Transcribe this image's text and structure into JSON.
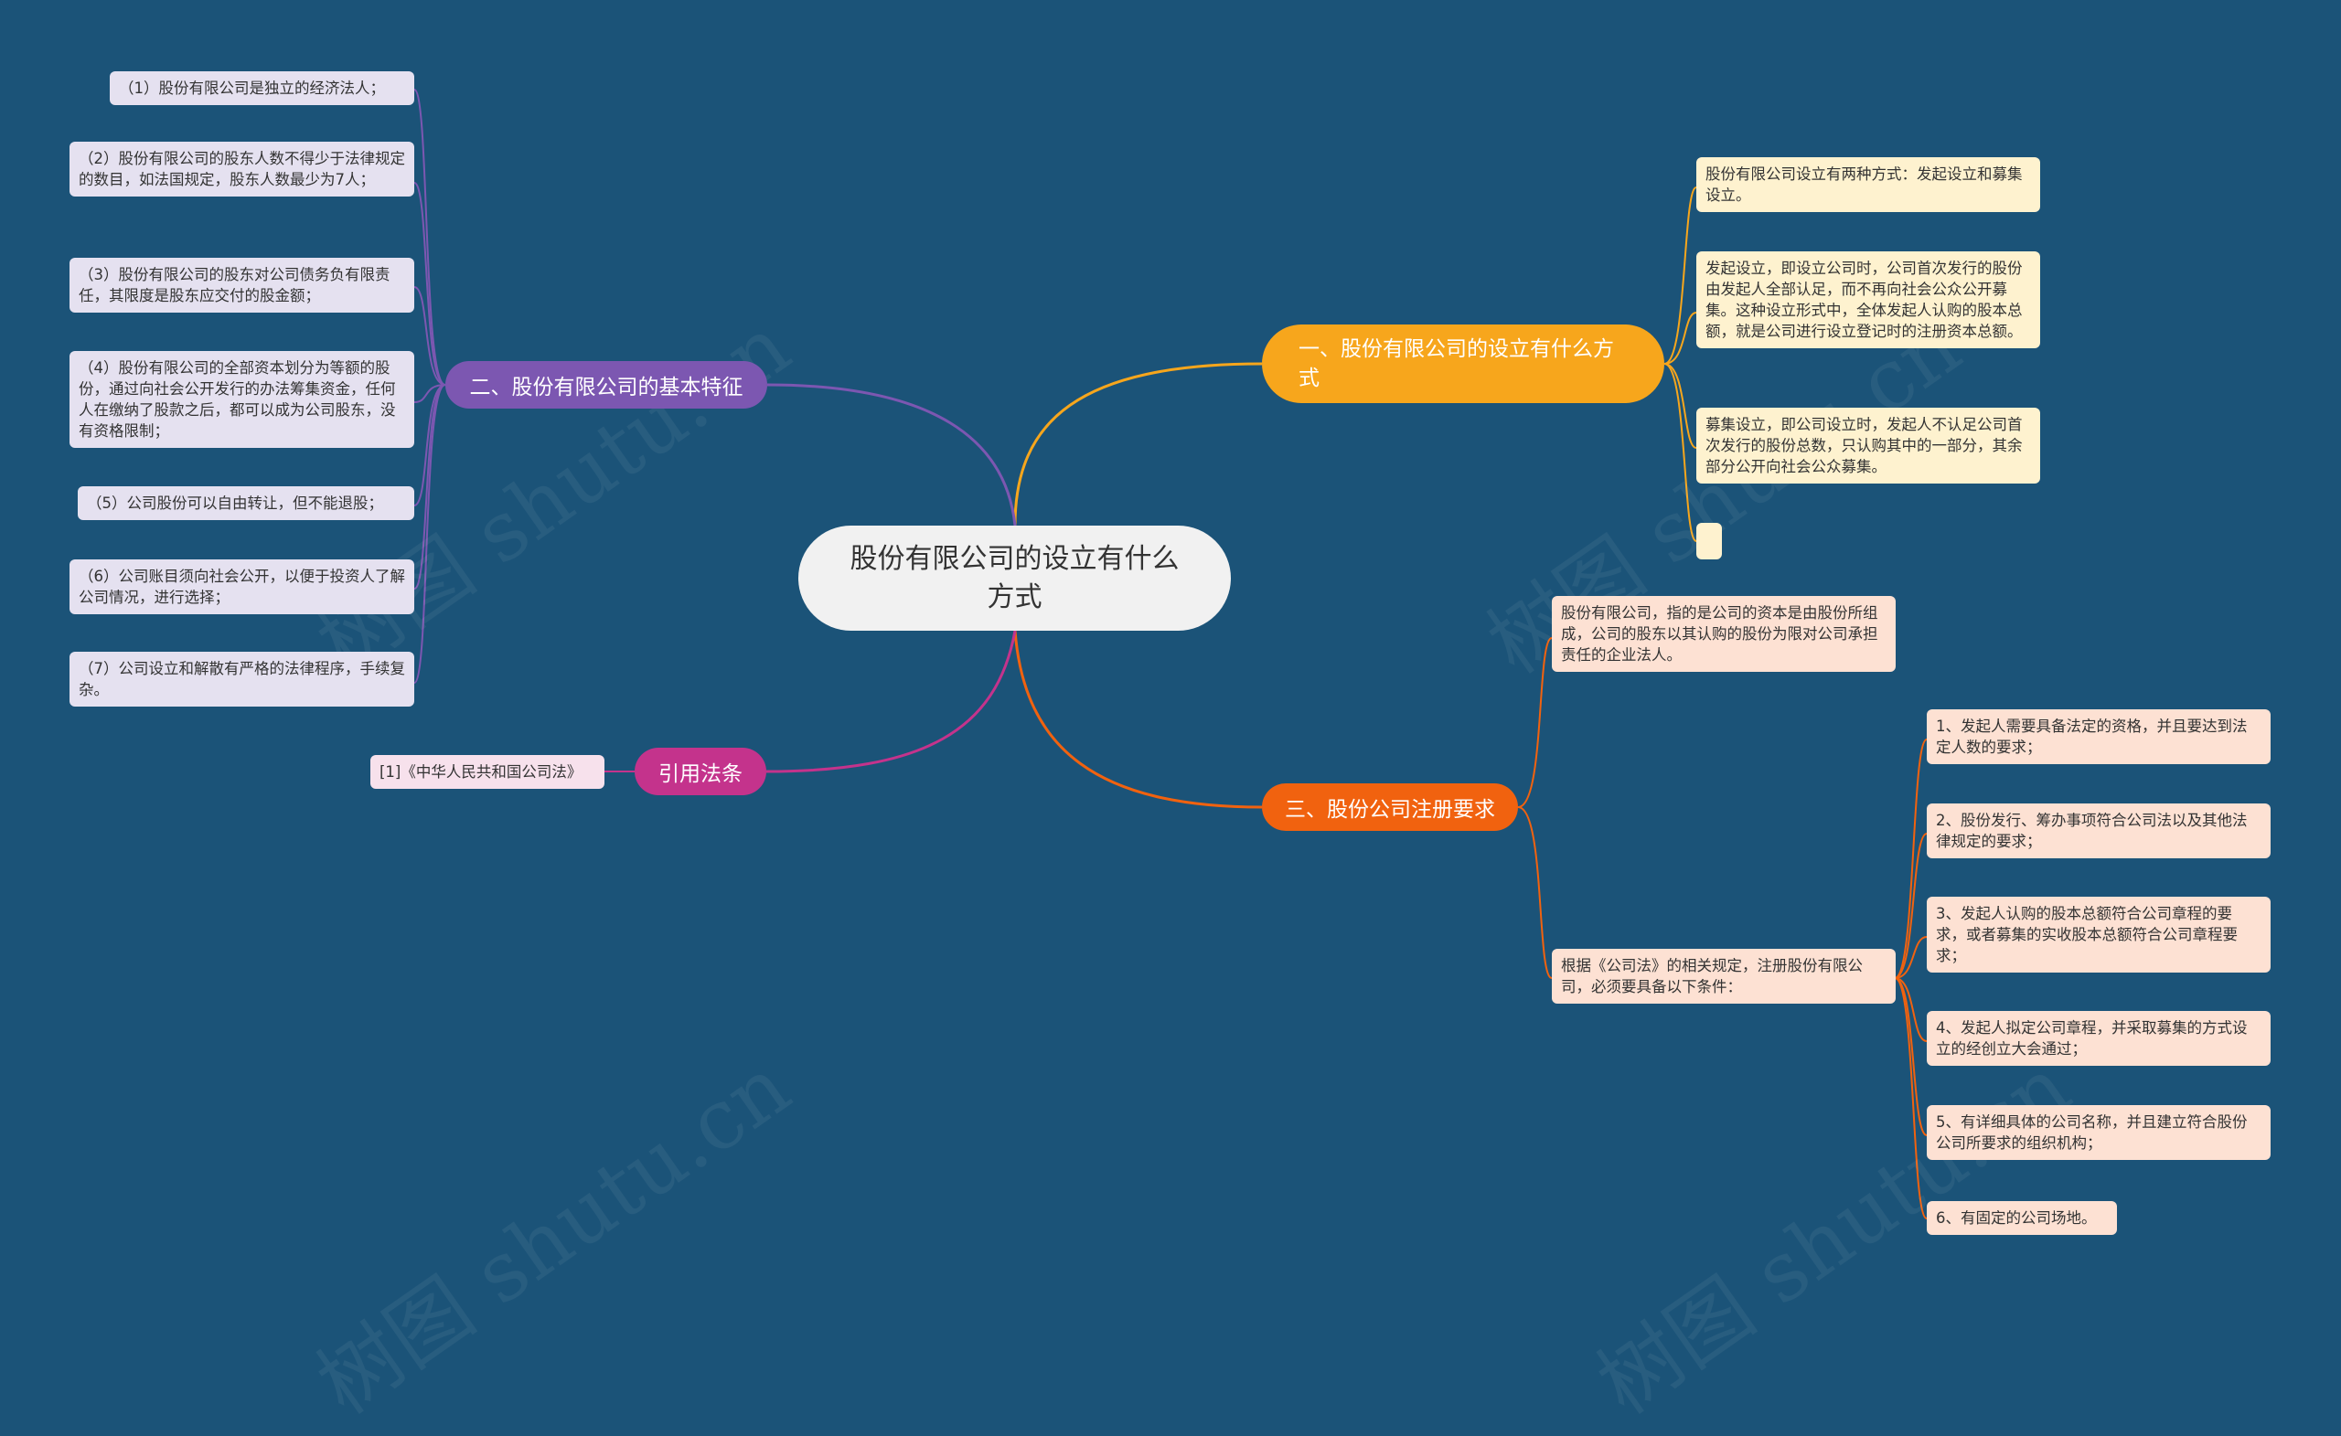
{
  "center": {
    "title": "股份有限公司的设立有什么方式"
  },
  "branches": {
    "ways": {
      "title": "一、股份有限公司的设立有什么方式",
      "items": [
        "股份有限公司设立有两种方式：发起设立和募集设立。",
        "发起设立，即设立公司时，公司首次发行的股份由发起人全部认足，而不再向社会公众公开募集。这种设立形式中，全体发起人认购的股本总额，就是公司进行设立登记时的注册资本总额。",
        "募集设立，即公司设立时，发起人不认足公司首次发行的股份总数，只认购其中的一部分，其余部分公开向社会公众募集。",
        ""
      ]
    },
    "features": {
      "title": "二、股份有限公司的基本特征",
      "items": [
        "（1）股份有限公司是独立的经济法人；",
        "（2）股份有限公司的股东人数不得少于法律规定的数目，如法国规定，股东人数最少为7人；",
        "（3）股份有限公司的股东对公司债务负有限责任，其限度是股东应交付的股金额；",
        "（4）股份有限公司的全部资本划分为等额的股份，通过向社会公开发行的办法筹集资金，任何人在缴纳了股款之后，都可以成为公司股东，没有资格限制；",
        "（5）公司股份可以自由转让，但不能退股；",
        "（6）公司账目须向社会公开，以便于投资人了解公司情况，进行选择；",
        "（7）公司设立和解散有严格的法律程序，手续复杂。"
      ]
    },
    "registration": {
      "title": "三、股份公司注册要求",
      "definition": "股份有限公司，指的是公司的资本是由股份所组成，公司的股东以其认购的股份为限对公司承担责任的企业法人。",
      "conditions_intro": "根据《公司法》的相关规定，注册股份有限公司，必须要具备以下条件：",
      "conditions": [
        "1、发起人需要具备法定的资格，并且要达到法定人数的要求；",
        "2、股份发行、筹办事项符合公司法以及其他法律规定的要求；",
        "3、发起人认购的股本总额符合公司章程的要求，或者募集的实收股本总额符合公司章程要求；",
        "4、发起人拟定公司章程，并采取募集的方式设立的经创立大会通过；",
        "5、有详细具体的公司名称，并且建立符合股份公司所要求的组织机构；",
        "6、有固定的公司场地。"
      ]
    },
    "citation": {
      "title": "引用法条",
      "items": [
        "[1]《中华人民共和国公司法》"
      ]
    }
  },
  "colors": {
    "background": "#1b5378",
    "ways": "#f7a61c",
    "features": "#7c57b1",
    "registration": "#f1620f",
    "citation": "#c4338c"
  },
  "watermark": "树图 shutu.cn"
}
